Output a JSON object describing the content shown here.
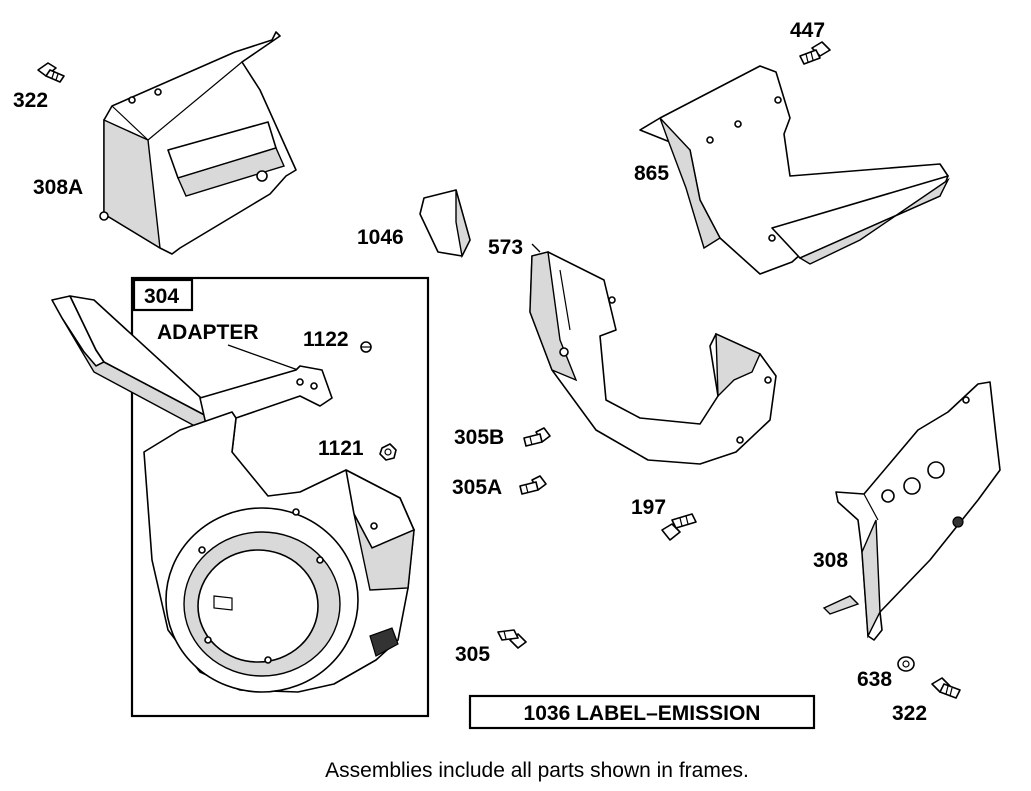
{
  "labels": {
    "p322_top": "322",
    "p308A": "308A",
    "p447": "447",
    "p865": "865",
    "p1046": "1046",
    "p573": "573",
    "p304": "304",
    "adapter": "ADAPTER",
    "p1122": "1122",
    "p1121": "1121",
    "p305B": "305B",
    "p305A": "305A",
    "p197": "197",
    "p308": "308",
    "p305": "305",
    "p638": "638",
    "p322_bottom": "322",
    "emission_label": "1036 LABEL–EMISSION"
  },
  "caption": "Assemblies include all parts shown in frames."
}
